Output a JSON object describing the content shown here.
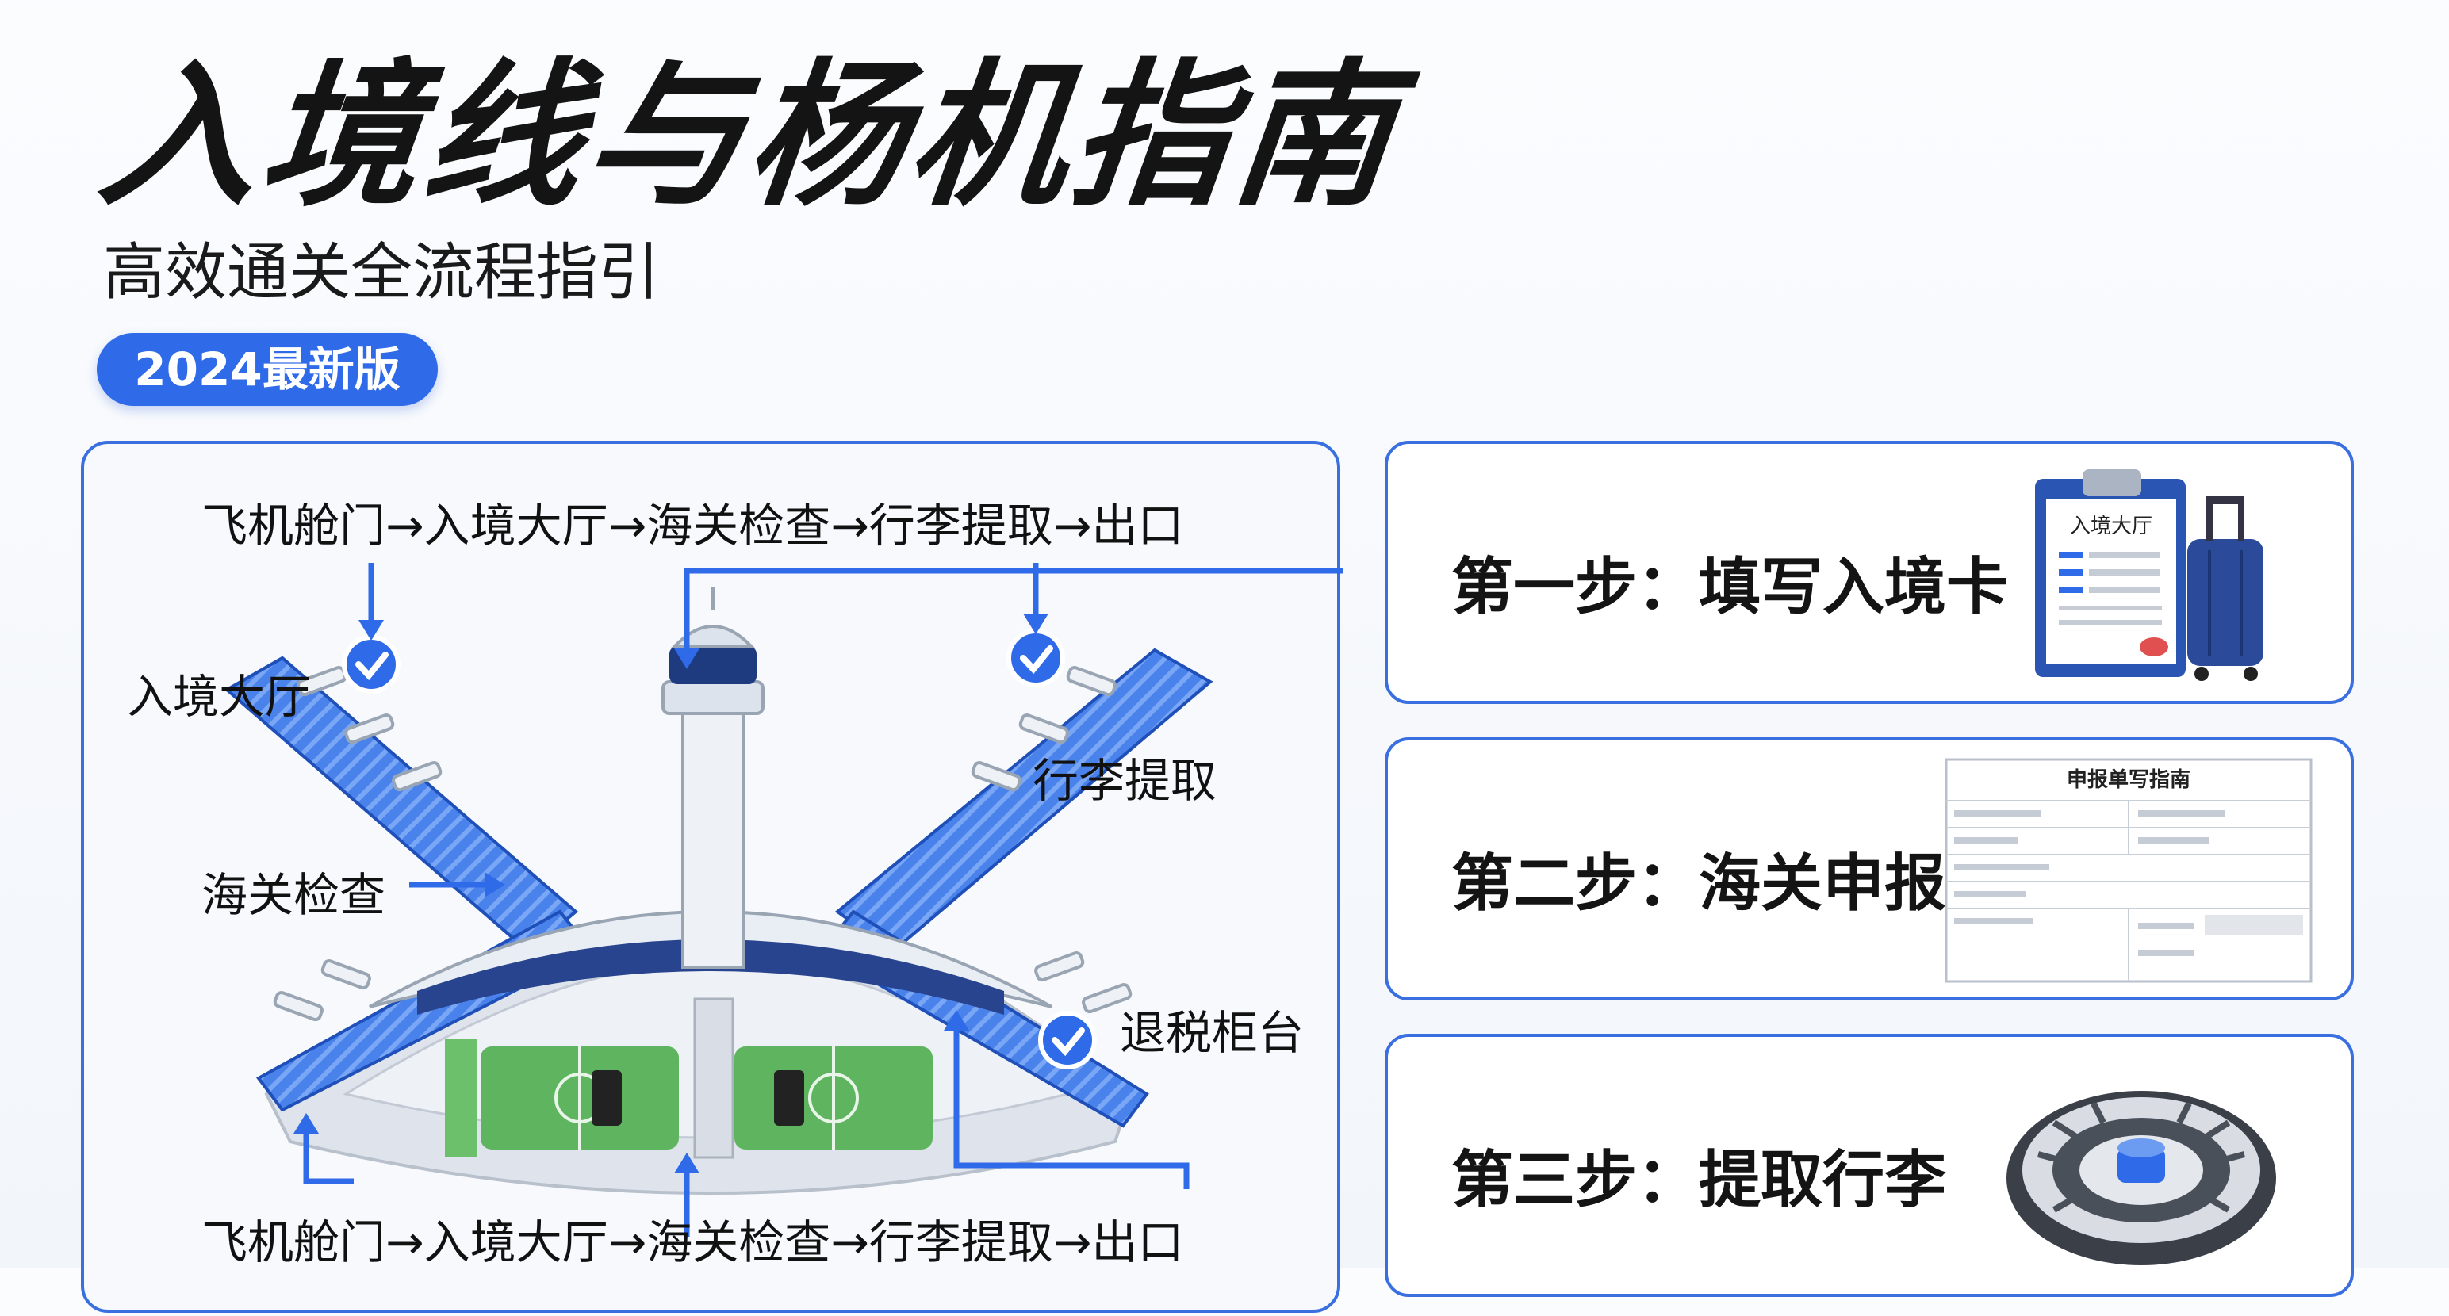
{
  "header": {
    "title": "入境线与杨机指南",
    "subtitle": "高效通关全流程指引",
    "badge": "2024最新版"
  },
  "map": {
    "flow_top": "飞机舱门→入境大厅→海关检查→行李提取→出口",
    "flow_bottom": "飞机舱门→入境大厅→海关检查→行李提取→出口",
    "labels": {
      "arrival_hall": "入境大厅",
      "customs_check": "海关检查",
      "baggage_claim": "行李提取",
      "tax_refund": "退税柜台"
    }
  },
  "steps": [
    {
      "label": "第一步：填写入境卡",
      "illustration": "clipboard-suitcase-icon",
      "doc_label": "入境大厅"
    },
    {
      "label": "第二步：海关申报",
      "illustration": "declaration-form-icon",
      "form_title": "申报单写指南"
    },
    {
      "label": "第三步：提取行李",
      "illustration": "baggage-carousel-icon"
    }
  ],
  "colors": {
    "accent": "#2f6ae8",
    "border": "#3a6fe0",
    "terminal_blue": "#3d78e6",
    "field_green": "#5fb55f"
  }
}
